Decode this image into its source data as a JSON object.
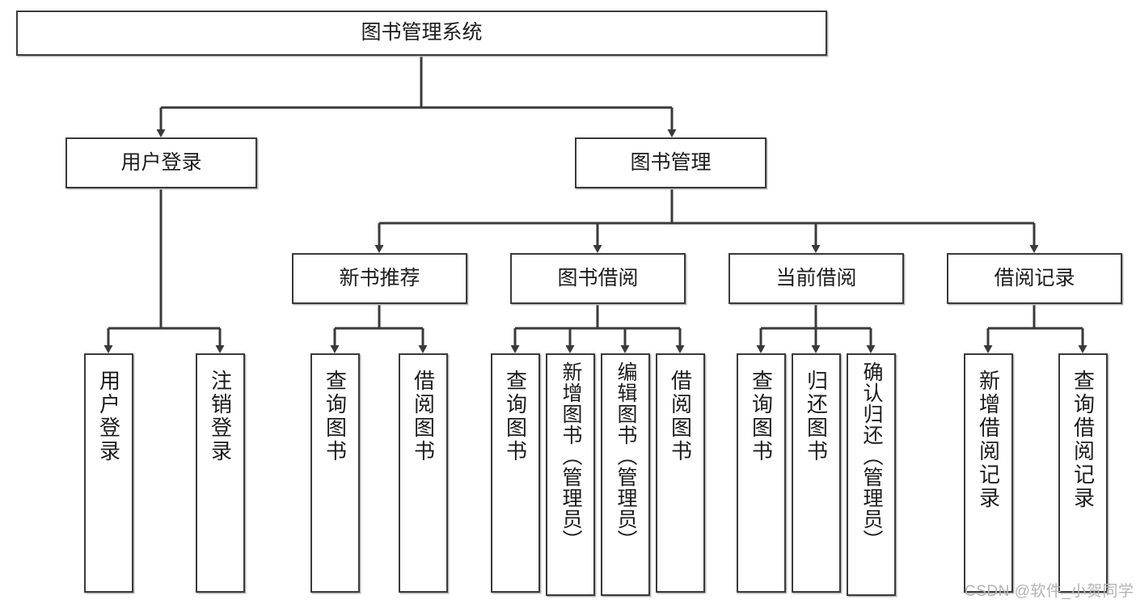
{
  "diagram": {
    "type": "tree-hierarchy",
    "title": "图书管理系统",
    "root": {
      "label": "图书管理系统"
    },
    "level2": [
      {
        "label": "用户登录"
      },
      {
        "label": "图书管理"
      }
    ],
    "level3": [
      {
        "label": "新书推荐"
      },
      {
        "label": "图书借阅"
      },
      {
        "label": "当前借阅"
      },
      {
        "label": "借阅记录"
      }
    ],
    "leaves": {
      "user_login": [
        {
          "label": "用户登录"
        },
        {
          "label": "注销登录"
        }
      ],
      "new_book_recommend": [
        {
          "label": "查询图书"
        },
        {
          "label": "借阅图书"
        }
      ],
      "book_borrow": [
        {
          "label": "查询图书"
        },
        {
          "label": "新增图书（管理员）"
        },
        {
          "label": "编辑图书（管理员）"
        },
        {
          "label": "借阅图书"
        }
      ],
      "current_borrow": [
        {
          "label": "查询图书"
        },
        {
          "label": "归还图书"
        },
        {
          "label": "确认归还（管理员）"
        }
      ],
      "borrow_record": [
        {
          "label": "新增借阅记录"
        },
        {
          "label": "查询借阅记录"
        }
      ]
    }
  },
  "watermark": {
    "text": "CSDN @软件_小贺同学"
  },
  "colors": {
    "border": "#3a3a3a",
    "text": "#1c1c1c",
    "background": "#ffffff",
    "watermark": "#b4b4b4"
  }
}
